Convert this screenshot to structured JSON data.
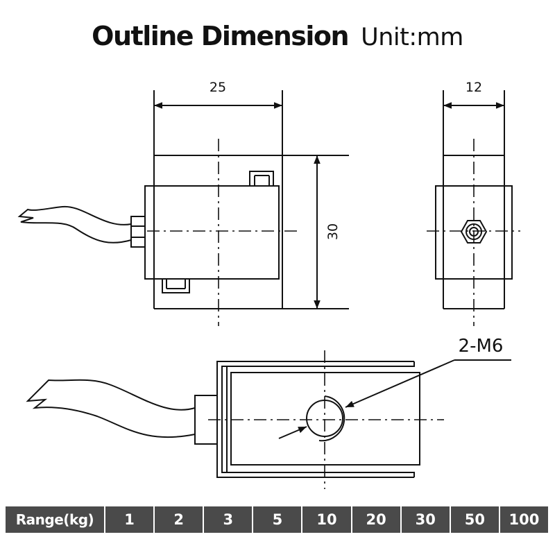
{
  "header": {
    "title": "Outline Dimension",
    "unit": "Unit:mm"
  },
  "drawing": {
    "front_width": "25",
    "front_height": "30",
    "side_width": "12",
    "thread_callout": "2-M6"
  },
  "range_table": {
    "label": "Range(kg)",
    "values": [
      "1",
      "2",
      "3",
      "5",
      "10",
      "20",
      "30",
      "50",
      "100"
    ]
  }
}
